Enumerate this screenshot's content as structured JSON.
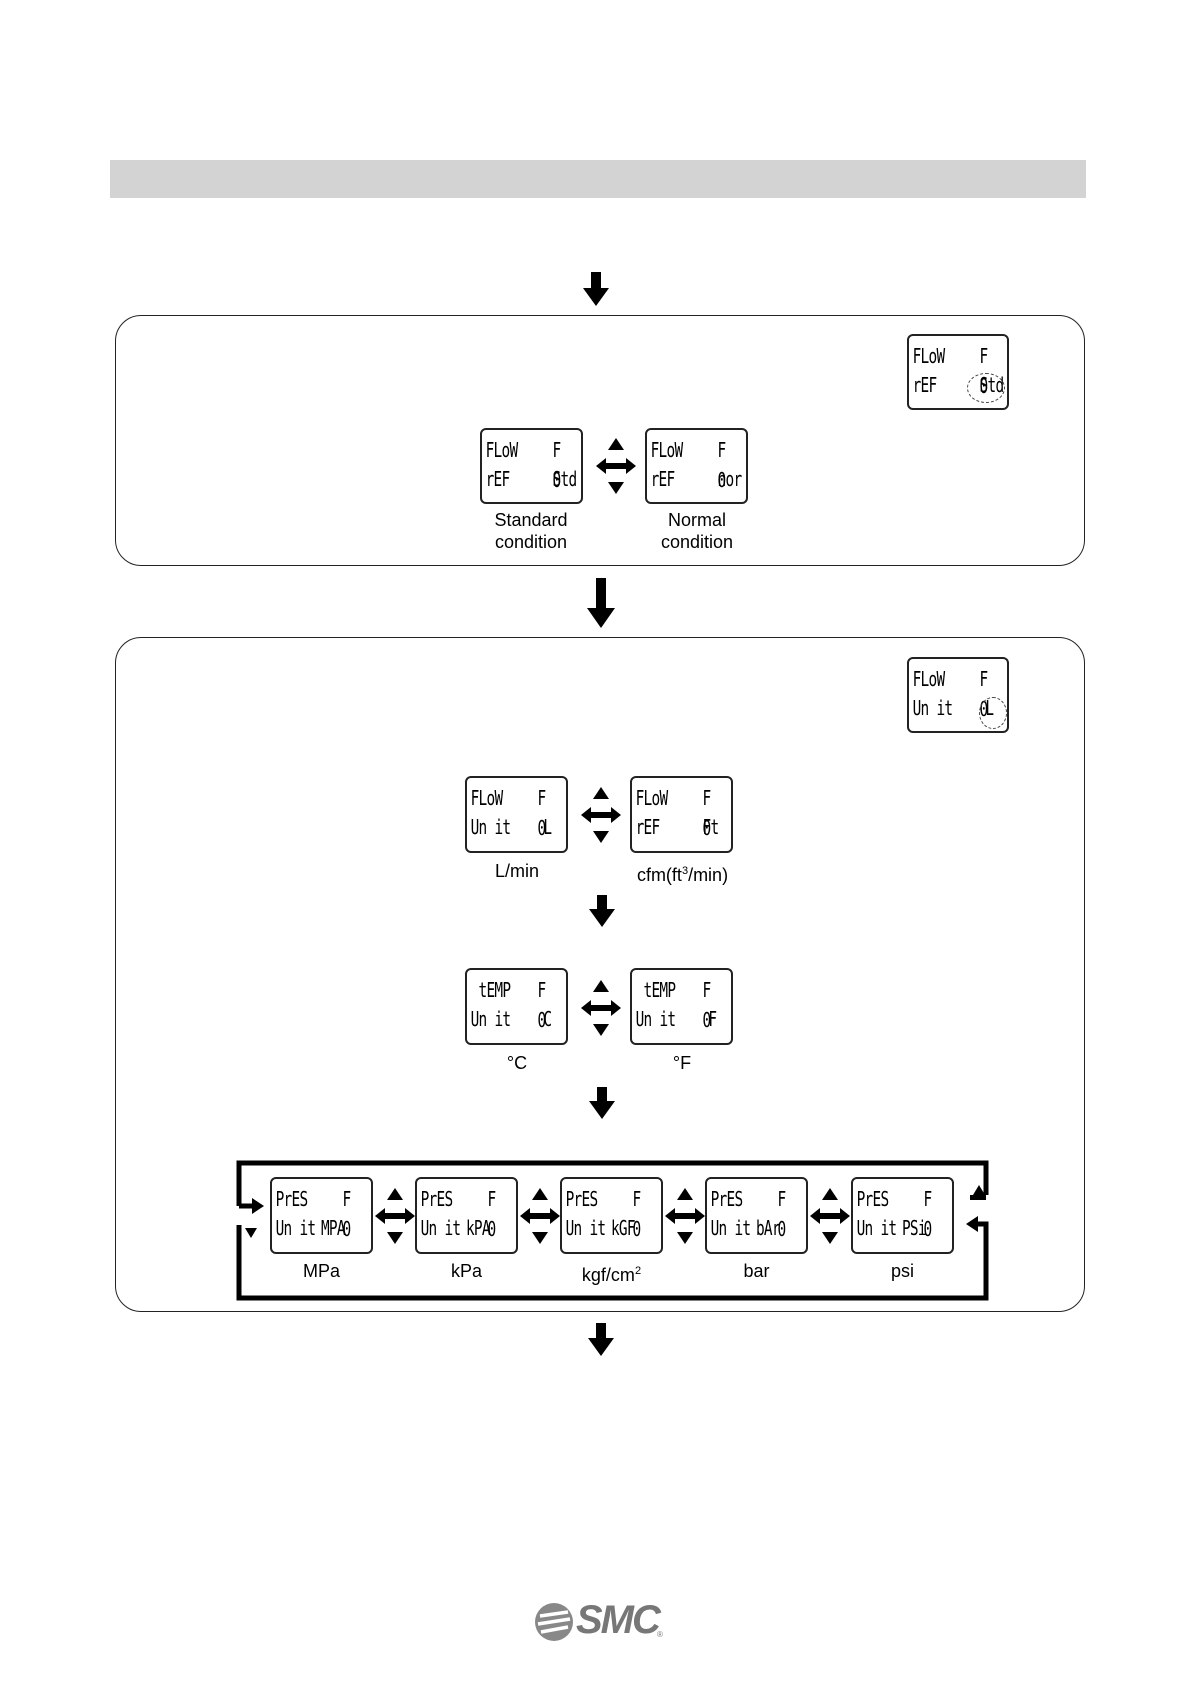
{
  "reference": {
    "current": {
      "l1a": "FLoW",
      "l1b": "F 0",
      "l2a": "rEF",
      "l2b": "Std"
    },
    "std": {
      "l1a": "FLoW",
      "l1b": "F 0",
      "l2a": "rEF",
      "l2b": "Std"
    },
    "nor": {
      "l1a": "FLoW",
      "l1b": "F 0",
      "l2a": "rEF",
      "l2b": "nor"
    },
    "std_caption": [
      "Standard",
      "condition"
    ],
    "nor_caption": [
      "Normal",
      "condition"
    ]
  },
  "units": {
    "current": {
      "l1a": "FLoW",
      "l1b": "F 0",
      "l2a": "Un it",
      "l2b": "L"
    },
    "flow_l": {
      "l1a": "FLoW",
      "l1b": "F 0",
      "l2a": "Un it",
      "l2b": "L"
    },
    "flow_ft": {
      "l1a": "FLoW",
      "l1b": "F 0",
      "l2a": "rEF",
      "l2b": "Ft"
    },
    "flow_l_caption": "L/min",
    "flow_ft_caption_pre": "cfm(ft",
    "flow_ft_caption_sup": "3",
    "flow_ft_caption_post": "/min)",
    "temp_c": {
      "l1a": "tEMP",
      "l1b": "F 0",
      "l2a": "Un it",
      "l2b": "C"
    },
    "temp_f": {
      "l1a": "tEMP",
      "l1b": "F 0",
      "l2a": "Un it",
      "l2b": "F"
    },
    "temp_c_caption": "°C",
    "temp_f_caption": "°F",
    "pres": [
      {
        "l1a": "PrES",
        "l1b": "F 0",
        "l2a": "Un it",
        "l2b": "MPA",
        "caption": "MPa"
      },
      {
        "l1a": "PrES",
        "l1b": "F 0",
        "l2a": "Un it",
        "l2b": "kPA",
        "caption": "kPa"
      },
      {
        "l1a": "PrES",
        "l1b": "F 0",
        "l2a": "Un it",
        "l2b": "kGF",
        "caption": "kgf/cm"
      },
      {
        "l1a": "PrES",
        "l1b": "F 0",
        "l2a": "Un it",
        "l2b": "bAr",
        "caption": "bar"
      },
      {
        "l1a": "PrES",
        "l1b": "F 0",
        "l2a": "Un it",
        "l2b": "PSi",
        "caption": "psi"
      }
    ],
    "kgf_sup": "2"
  },
  "logo": {
    "text": "SMC",
    "mark": "®"
  },
  "icons": [
    "arrow-down-icon",
    "up-down-toggle-icon",
    "loop-arrow-icon",
    "smc-logo-icon"
  ]
}
